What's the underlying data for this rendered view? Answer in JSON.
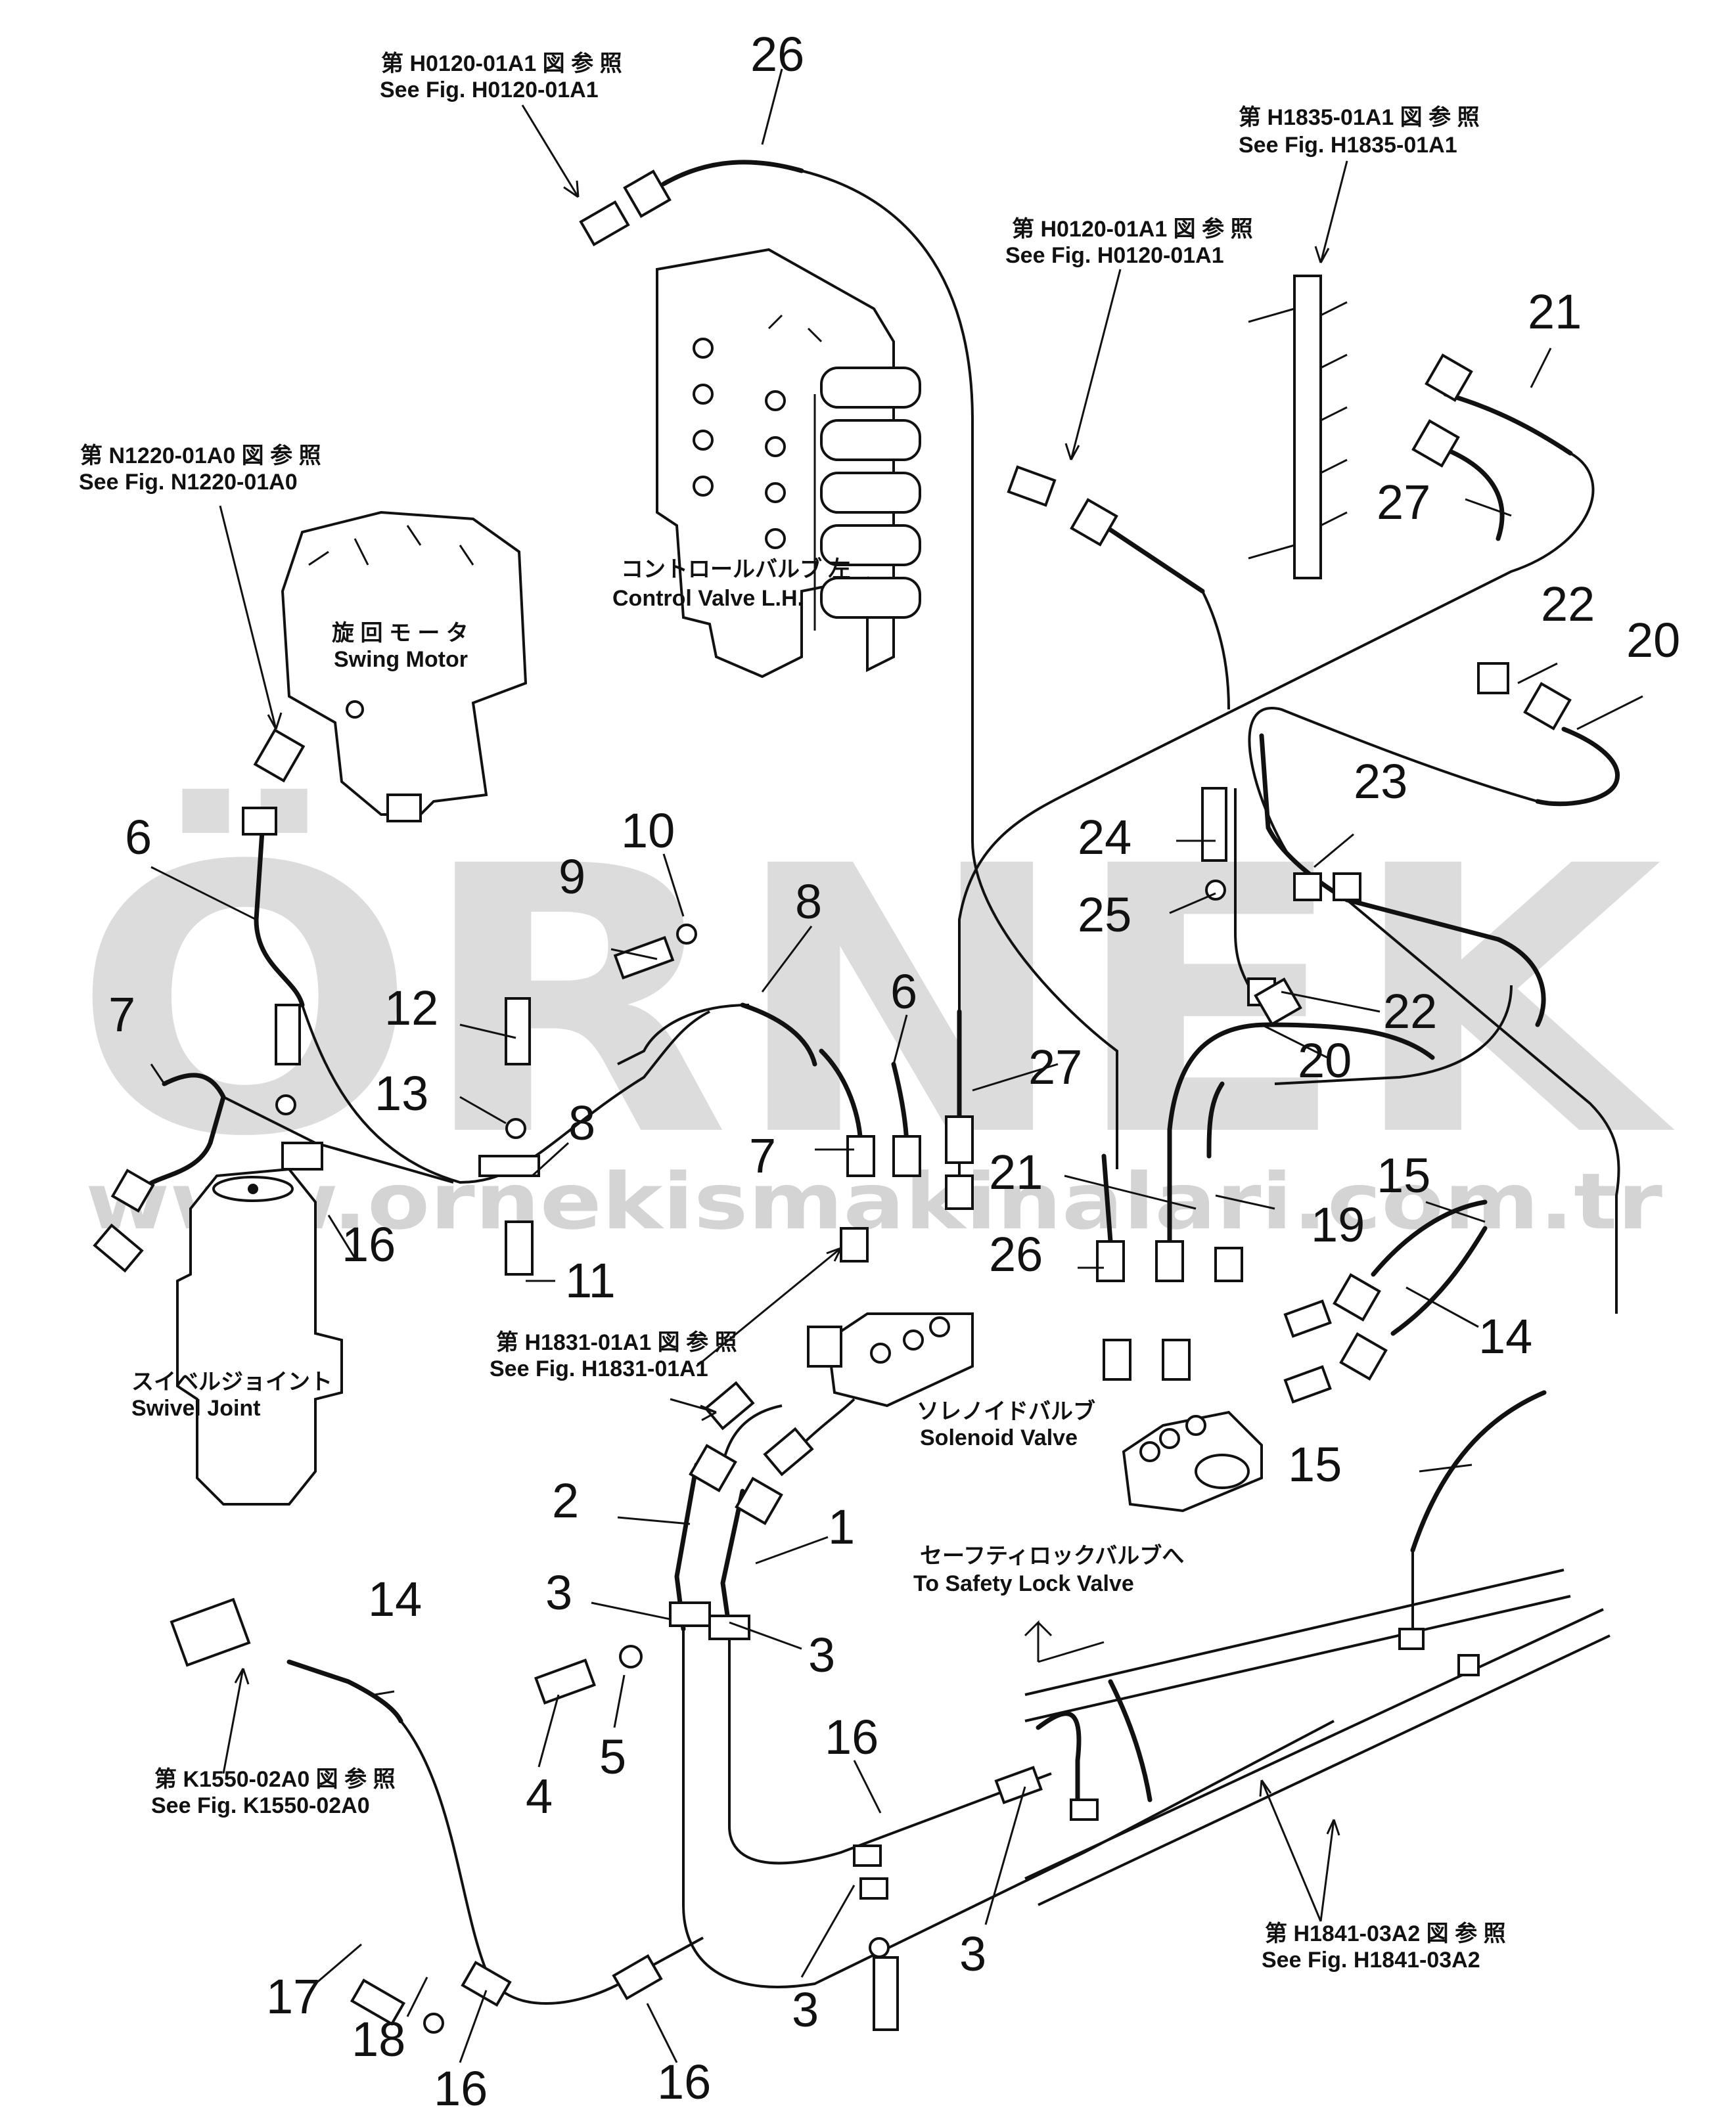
{
  "watermark": {
    "brand": "ÖRNEK",
    "url": "www.ornekismakinalari.com.tr",
    "accent_color": "#f4c430",
    "color": "#d9d9d9"
  },
  "refs": {
    "h0120_top": {
      "jp": "第 H0120-01A1 図 参 照",
      "en": "See Fig. H0120-01A1"
    },
    "h0120_mid": {
      "jp": "第 H0120-01A1 図 参 照",
      "en": "See Fig. H0120-01A1"
    },
    "h1835": {
      "jp": "第 H1835-01A1 図 参 照",
      "en": "See Fig. H1835-01A1"
    },
    "n1220": {
      "jp": "第 N1220-01A0 図 参 照",
      "en": "See Fig. N1220-01A0"
    },
    "h1831": {
      "jp": "第 H1831-01A1 図 参 照",
      "en": "See Fig. H1831-01A1"
    },
    "k1550": {
      "jp": "第 K1550-02A0 図 参 照",
      "en": "See Fig. K1550-02A0"
    },
    "h1841": {
      "jp": "第 H1841-03A2 図 参 照",
      "en": "See Fig. H1841-03A2"
    }
  },
  "components": {
    "control_valve": {
      "jp": "コントロールバルブ 左",
      "en": "Control Valve L.H."
    },
    "swing_motor": {
      "jp": "旋 回 モ ー タ",
      "en": "Swing Motor"
    },
    "swivel_joint": {
      "jp": "スイベルジョイント",
      "en": "Swivel Joint"
    },
    "solenoid_valve": {
      "jp": "ソレノイドバルブ",
      "en": "Solenoid Valve"
    },
    "safety_lock": {
      "jp": "セーフティロックバルブへ",
      "en": "To Safety Lock Valve"
    }
  },
  "callouts": {
    "c26a": "26",
    "c21a": "21",
    "c27a": "27",
    "c22a": "22",
    "c20a": "20",
    "c23": "23",
    "c24": "24",
    "c25": "25",
    "c22b": "22",
    "c20b": "20",
    "c6a": "6",
    "c10": "10",
    "c9": "9",
    "c8a": "8",
    "c6b": "6",
    "c12": "12",
    "c13": "13",
    "c8b": "8",
    "c7a": "7",
    "c27b": "27",
    "c7b": "7",
    "c21b": "21",
    "c19": "19",
    "c15a": "15",
    "c16a": "16",
    "c11": "11",
    "c26b": "26",
    "c14a": "14",
    "c15b": "15",
    "c1": "1",
    "c2": "2",
    "c3a": "3",
    "c3b": "3",
    "c14b": "14",
    "c4": "4",
    "c5": "5",
    "c16b": "16",
    "c3c": "3",
    "c3d": "3",
    "c17": "17",
    "c18": "18",
    "c16c": "16",
    "c16d": "16"
  }
}
